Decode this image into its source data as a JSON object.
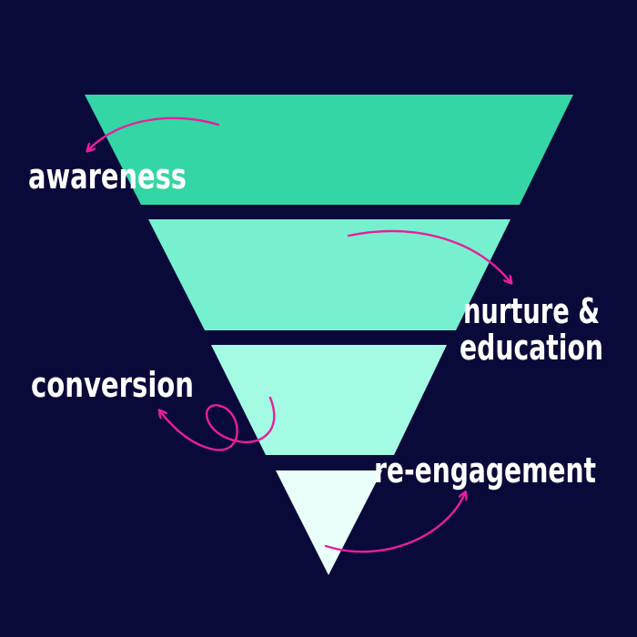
{
  "colors": {
    "background": "#0a0a3a",
    "arrow": "#e91e9c",
    "label": "#ffffff"
  },
  "funnel": {
    "stages": [
      {
        "label": "awareness",
        "color": "#34d6a5"
      },
      {
        "label_lines": [
          "nurture &",
          "education"
        ],
        "color": "#77f0cf"
      },
      {
        "label": "conversion",
        "color": "#a3fbe3"
      },
      {
        "label": "re-engagement",
        "color": "#eafff9"
      }
    ]
  }
}
